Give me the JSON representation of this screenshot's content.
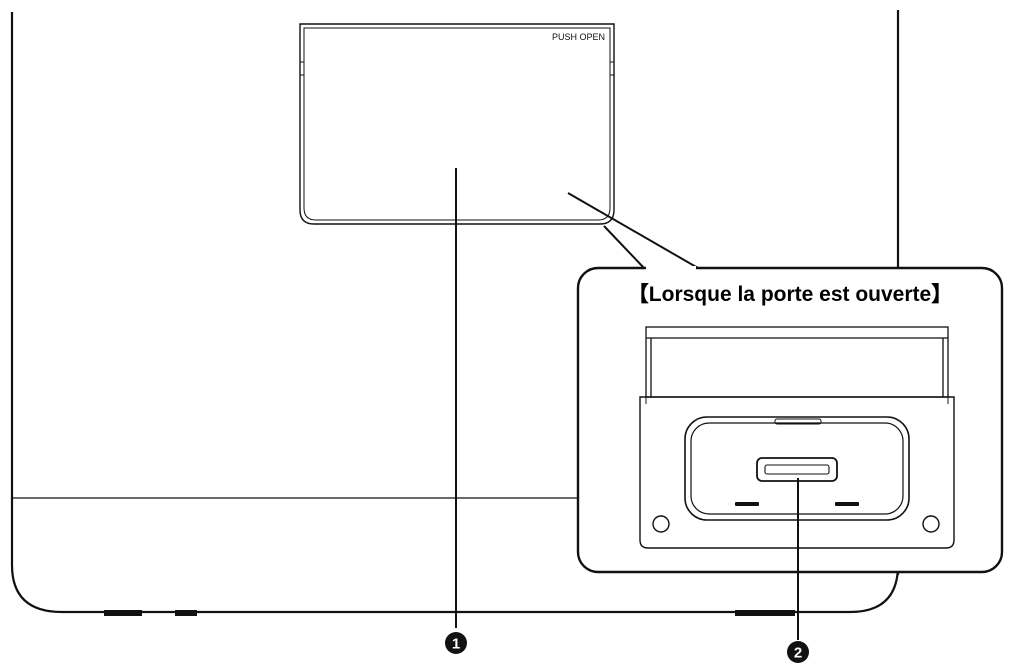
{
  "diagram": {
    "door_label": "PUSH OPEN",
    "callout_title": "【Lorsque la porte est ouverte】",
    "markers": [
      {
        "id": "marker-1",
        "label": "1"
      },
      {
        "id": "marker-2",
        "label": "2"
      }
    ],
    "colors": {
      "line": "#111111",
      "marker_fill": "#111111",
      "background": "#ffffff"
    }
  }
}
